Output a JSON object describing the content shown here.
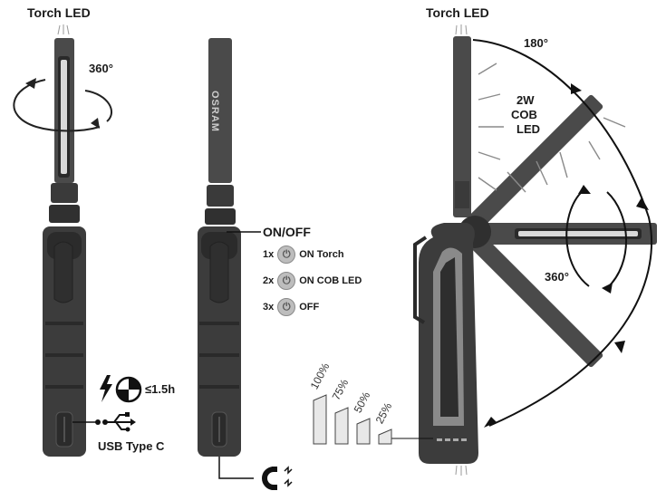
{
  "labels": {
    "torch_led_left": "Torch LED",
    "torch_led_right": "Torch LED",
    "rotate_360_left": "360°",
    "rotate_360_right": "360°",
    "angle_180": "180°",
    "cob_2w": "2W",
    "cob": "COB",
    "led": "LED",
    "charge_time": "≤1.5h",
    "usb_type_c": "USB Type C",
    "brand": "OSRAM"
  },
  "onoff": {
    "title": "ON/OFF",
    "rows": [
      {
        "count": "1x",
        "action": "ON Torch"
      },
      {
        "count": "2x",
        "action": "ON COB LED"
      },
      {
        "count": "3x",
        "action": "OFF"
      }
    ]
  },
  "battery": {
    "levels": [
      "100%",
      "75%",
      "50%",
      "25%"
    ]
  },
  "icons": [
    "lightning-icon",
    "clock-icon",
    "usb-icon",
    "magnet-icon",
    "power-icon",
    "rotate-arrow-icon"
  ],
  "colors": {
    "body_dark": "#3a3a3a",
    "body_mid": "#555555",
    "accent_grey": "#9a9a9a",
    "light_ray": "#8a8a8a"
  }
}
